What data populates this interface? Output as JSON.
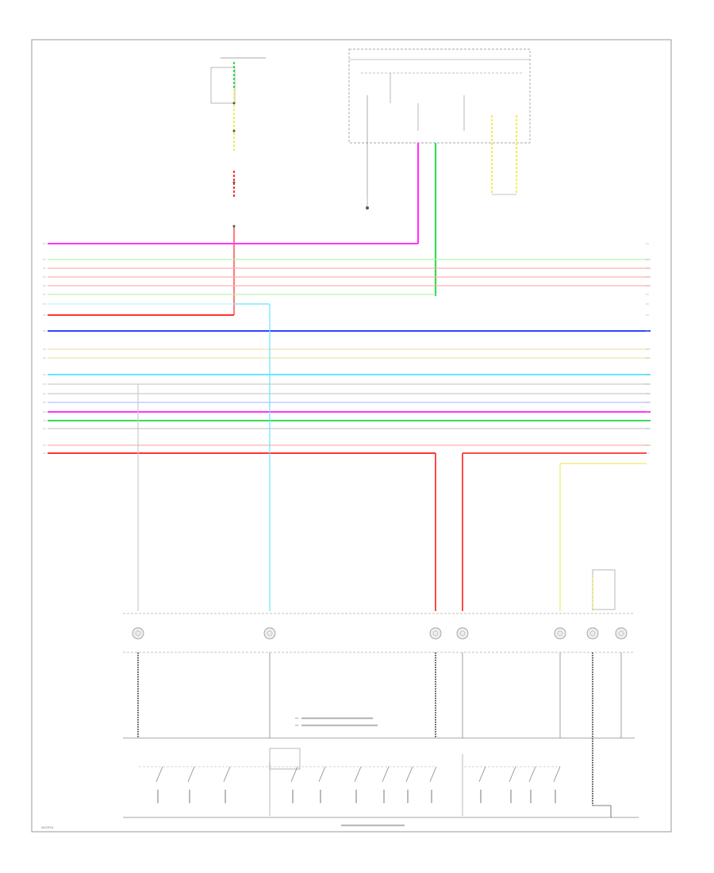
{
  "frame": {
    "border_color": "#999999"
  },
  "footer": {
    "code": "W1SF01"
  },
  "colors": {
    "pink": "#ff33ff",
    "green": "#33dd55",
    "red": "#ff3333",
    "blue": "#3344ff",
    "cyan": "#66e6ff",
    "yellow": "#eeee66",
    "lt_green": "#b6f2b0",
    "lt_red": "#ffb0b0",
    "lt_blue": "#b8c0ff",
    "lt_cyan": "#bff3ff",
    "tan": "#f0e2b0",
    "gray": "#cccccc",
    "dark": "#555555"
  },
  "wires": [
    {
      "id": "w-pink-top",
      "color": "pink"
    },
    {
      "id": "w-ltgreen-1",
      "color": "lt_green"
    },
    {
      "id": "w-ltred-1",
      "color": "lt_red"
    },
    {
      "id": "w-ltred-2",
      "color": "lt_red"
    },
    {
      "id": "w-ltred-3",
      "color": "lt_red"
    },
    {
      "id": "w-ltgreen-2",
      "color": "lt_green"
    },
    {
      "id": "w-ltcyan-1",
      "color": "lt_cyan"
    },
    {
      "id": "w-red-1",
      "color": "red"
    },
    {
      "id": "w-blue-1",
      "color": "blue"
    },
    {
      "id": "w-tan-1",
      "color": "tan"
    },
    {
      "id": "w-tan-2",
      "color": "tan"
    },
    {
      "id": "w-cyan-2",
      "color": "cyan"
    },
    {
      "id": "w-gray-1",
      "color": "gray"
    },
    {
      "id": "w-gray-2",
      "color": "gray"
    },
    {
      "id": "w-ltblue-1",
      "color": "lt_blue"
    },
    {
      "id": "w-pink-2",
      "color": "pink"
    },
    {
      "id": "w-green-2",
      "color": "green"
    },
    {
      "id": "w-gray-3",
      "color": "gray"
    },
    {
      "id": "w-ltred-4",
      "color": "lt_red"
    },
    {
      "id": "w-red-2",
      "color": "red"
    }
  ],
  "vertical_wires": [
    {
      "id": "v-green-fuse",
      "color": "green"
    },
    {
      "id": "v-yellow-fuse",
      "color": "yellow"
    },
    {
      "id": "v-red-fuse",
      "color": "red"
    },
    {
      "id": "v-pink-cluster",
      "color": "pink"
    },
    {
      "id": "v-green-cluster",
      "color": "green"
    },
    {
      "id": "v-yellow-cluster-1",
      "color": "yellow"
    },
    {
      "id": "v-yellow-cluster-2",
      "color": "yellow"
    },
    {
      "id": "v-gray-left",
      "color": "gray"
    },
    {
      "id": "v-cyan-mid",
      "color": "cyan"
    },
    {
      "id": "v-red-right-1",
      "color": "red"
    },
    {
      "id": "v-red-right-2",
      "color": "red"
    },
    {
      "id": "v-yellow-right",
      "color": "yellow"
    }
  ]
}
